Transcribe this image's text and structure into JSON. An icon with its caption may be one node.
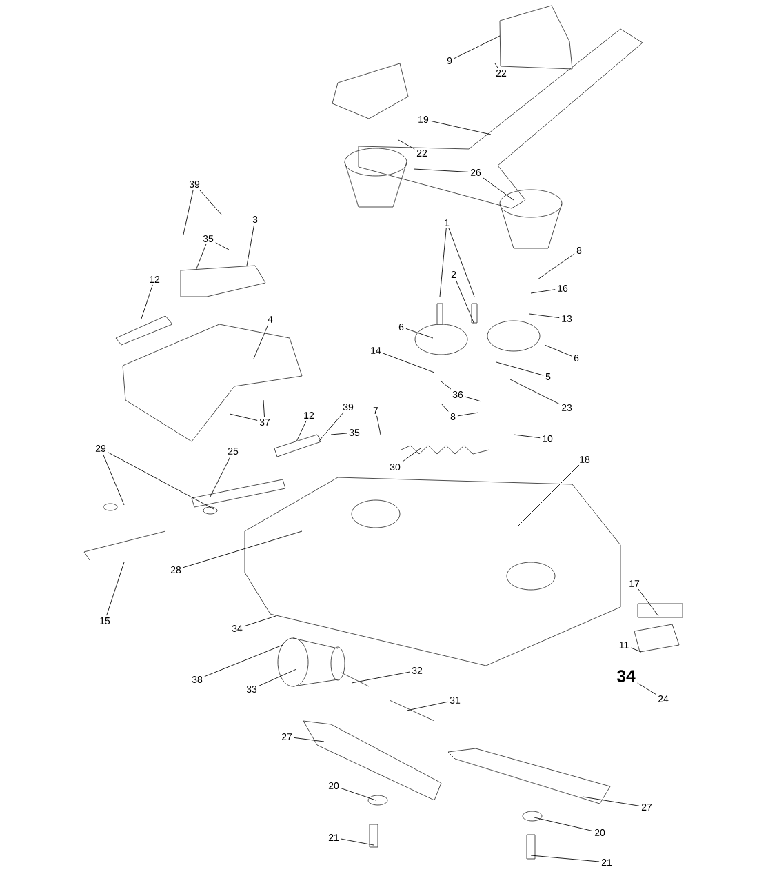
{
  "diagram": {
    "nodes": [
      {
        "text": [
          "9"
        ]
      },
      {
        "text": [
          "22"
        ]
      },
      {
        "text": [
          "19"
        ]
      },
      {
        "text": [
          "22"
        ]
      },
      {
        "text": [
          "26"
        ]
      },
      {
        "text": [
          "39"
        ]
      },
      {
        "text": [
          "1"
        ]
      },
      {
        "text": [
          "3"
        ]
      },
      {
        "text": [
          "35"
        ]
      },
      {
        "text": [
          "8"
        ]
      },
      {
        "text": [
          "2"
        ]
      },
      {
        "text": [
          "12"
        ]
      },
      {
        "text": [
          "16"
        ]
      },
      {
        "text": [
          "4"
        ]
      },
      {
        "text": [
          "13"
        ]
      },
      {
        "text": [
          "6"
        ]
      },
      {
        "text": [
          "14"
        ]
      },
      {
        "text": [
          "6"
        ]
      },
      {
        "text": [
          "5"
        ]
      },
      {
        "text": [
          "36"
        ]
      },
      {
        "text": [
          "39"
        ]
      },
      {
        "text": [
          "23"
        ]
      },
      {
        "text": [
          "7"
        ]
      },
      {
        "text": [
          "35"
        ]
      },
      {
        "text": [
          "8"
        ]
      },
      {
        "text": [
          "12"
        ]
      },
      {
        "text": [
          "37"
        ]
      },
      {
        "text": [
          "10"
        ]
      },
      {
        "text": [
          "29"
        ]
      },
      {
        "text": [
          "25"
        ]
      },
      {
        "text": [
          "30"
        ]
      },
      {
        "text": [
          "18"
        ]
      },
      {
        "text": [
          "28"
        ]
      },
      {
        "text": [
          "17"
        ]
      },
      {
        "text": [
          "15"
        ]
      },
      {
        "text": [
          "34"
        ]
      },
      {
        "text": [
          "11"
        ]
      },
      {
        "text": [
          "38"
        ]
      },
      {
        "text": [
          "33"
        ]
      },
      {
        "text": [
          "32"
        ]
      },
      {
        "text": [
          "24"
        ]
      },
      {
        "text": [
          "31"
        ]
      },
      {
        "text": [
          "27"
        ]
      },
      {
        "text": [
          "20"
        ]
      },
      {
        "text": [
          "27"
        ]
      },
      {
        "text": [
          "20"
        ]
      },
      {
        "text": [
          "21"
        ]
      },
      {
        "text": [
          "21"
        ]
      },
      {
        "text": [
          "34"
        ]
      }
    ],
    "edges": [
      {
        "from": 0,
        "to": null,
        "arrow": "none"
      },
      {
        "from": 1,
        "to": null,
        "arrow": "none"
      },
      {
        "from": 2,
        "to": null,
        "arrow": "none"
      },
      {
        "from": 3,
        "to": null,
        "arrow": "none"
      },
      {
        "from": 4,
        "to": null,
        "arrow": "none"
      },
      {
        "from": 4,
        "to": null,
        "arrow": "none"
      },
      {
        "from": 5,
        "to": null,
        "arrow": "none"
      },
      {
        "from": 5,
        "to": null,
        "arrow": "none"
      },
      {
        "from": 6,
        "to": null,
        "arrow": "none"
      },
      {
        "from": 6,
        "to": null,
        "arrow": "none"
      },
      {
        "from": 7,
        "to": null,
        "arrow": "none"
      },
      {
        "from": 8,
        "to": null,
        "arrow": "none"
      },
      {
        "from": 8,
        "to": null,
        "arrow": "none"
      },
      {
        "from": 9,
        "to": null,
        "arrow": "none"
      },
      {
        "from": 10,
        "to": null,
        "arrow": "none"
      },
      {
        "from": 11,
        "to": null,
        "arrow": "none"
      },
      {
        "from": 12,
        "to": null,
        "arrow": "none"
      },
      {
        "from": 13,
        "to": null,
        "arrow": "none"
      },
      {
        "from": 14,
        "to": null,
        "arrow": "none"
      },
      {
        "from": 15,
        "to": null,
        "arrow": "none"
      },
      {
        "from": 16,
        "to": null,
        "arrow": "none"
      },
      {
        "from": 17,
        "to": null,
        "arrow": "none"
      },
      {
        "from": 18,
        "to": null,
        "arrow": "none"
      },
      {
        "from": 19,
        "to": null,
        "arrow": "none"
      },
      {
        "from": 19,
        "to": null,
        "arrow": "none"
      },
      {
        "from": 20,
        "to": null,
        "arrow": "none"
      },
      {
        "from": 21,
        "to": null,
        "arrow": "none"
      },
      {
        "from": 22,
        "to": null,
        "arrow": "none"
      },
      {
        "from": 23,
        "to": null,
        "arrow": "none"
      },
      {
        "from": 24,
        "to": null,
        "arrow": "none"
      },
      {
        "from": 24,
        "to": null,
        "arrow": "none"
      },
      {
        "from": 25,
        "to": null,
        "arrow": "none"
      },
      {
        "from": 26,
        "to": null,
        "arrow": "none"
      },
      {
        "from": 26,
        "to": null,
        "arrow": "none"
      },
      {
        "from": 27,
        "to": null,
        "arrow": "none"
      },
      {
        "from": 28,
        "to": null,
        "arrow": "none"
      },
      {
        "from": 28,
        "to": null,
        "arrow": "none"
      },
      {
        "from": 29,
        "to": null,
        "arrow": "none"
      },
      {
        "from": 30,
        "to": null,
        "arrow": "none"
      },
      {
        "from": 31,
        "to": null,
        "arrow": "none"
      },
      {
        "from": 32,
        "to": null,
        "arrow": "none"
      },
      {
        "from": 33,
        "to": null,
        "arrow": "none"
      },
      {
        "from": 34,
        "to": null,
        "arrow": "none"
      },
      {
        "from": 35,
        "to": null,
        "arrow": "none"
      },
      {
        "from": 36,
        "to": null,
        "arrow": "none"
      },
      {
        "from": 37,
        "to": null,
        "arrow": "none"
      },
      {
        "from": 38,
        "to": null,
        "arrow": "none"
      },
      {
        "from": 39,
        "to": null,
        "arrow": "none"
      },
      {
        "from": 40,
        "to": 48,
        "arrow": "none"
      },
      {
        "from": 41,
        "to": null,
        "arrow": "none"
      },
      {
        "from": 42,
        "to": null,
        "arrow": "none"
      },
      {
        "from": 43,
        "to": null,
        "arrow": "none"
      },
      {
        "from": 44,
        "to": null,
        "arrow": "none"
      },
      {
        "from": 45,
        "to": null,
        "arrow": "none"
      },
      {
        "from": 46,
        "to": null,
        "arrow": "none"
      },
      {
        "from": 47,
        "to": null,
        "arrow": "none"
      }
    ]
  }
}
